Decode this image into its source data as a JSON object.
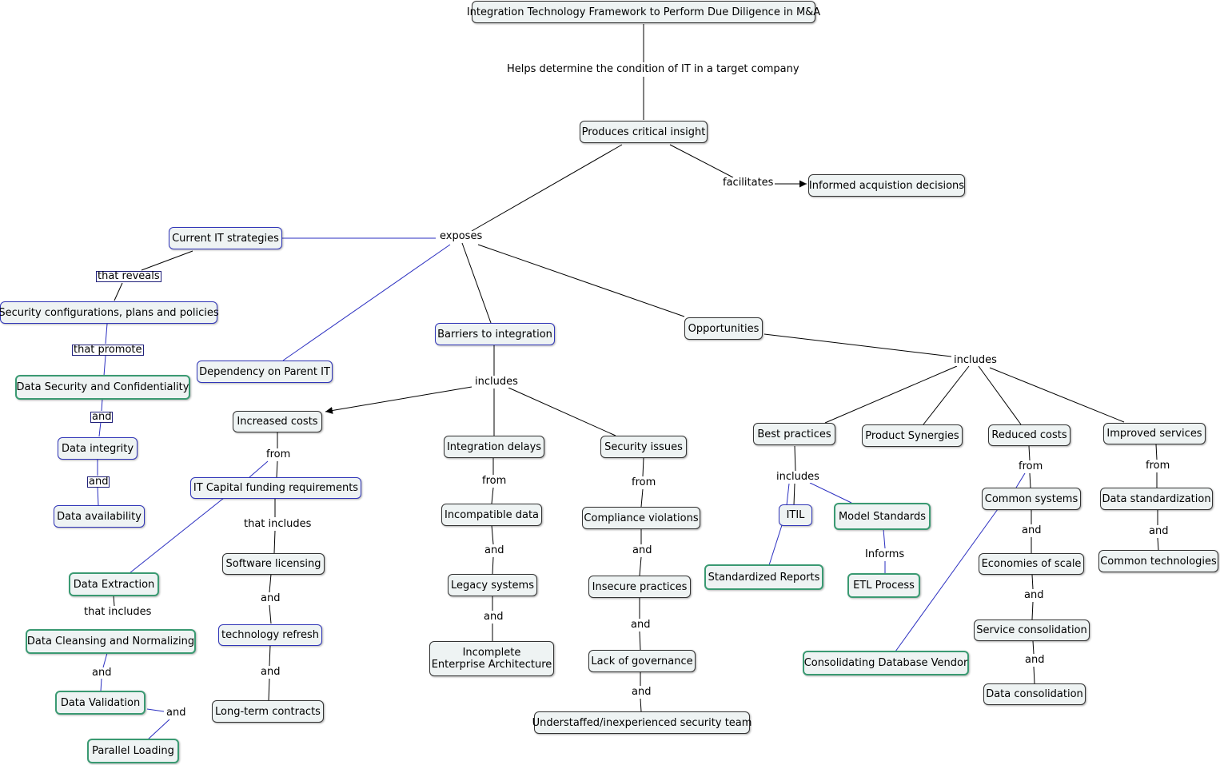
{
  "nodes": {
    "title": "Integration Technology Framework to Perform Due Diligence in M&A",
    "produces": "Produces critical insight",
    "informed": "Informed acquistion decisions",
    "current_it": "Current IT strategies",
    "security_config": "Security configurations, plans and policies",
    "data_security": "Data Security and Confidentiality",
    "data_integrity": "Data integrity",
    "data_availability": "Data availability",
    "dependency": "Dependency on Parent IT",
    "barriers": "Barriers to integration",
    "opportunities": "Opportunities",
    "increased_costs": "Increased costs",
    "it_capital": "IT Capital funding requirements",
    "data_extraction": "Data Extraction",
    "data_cleansing": "Data Cleansing and Normalizing",
    "data_validation": "Data Validation",
    "parallel_loading": "Parallel Loading",
    "software_licensing": "Software licensing",
    "tech_refresh": "technology refresh",
    "long_term": "Long-term contracts",
    "integration_delays": "Integration delays",
    "incompatible_data": "Incompatible data",
    "legacy_systems": "Legacy systems",
    "incomplete_ea": "Incomplete\nEnterprise Architecture",
    "security_issues": "Security issues",
    "compliance": "Compliance violations",
    "insecure": "Insecure practices",
    "governance": "Lack of governance",
    "understaffed": "Understaffed/inexperienced security team",
    "best_practices": "Best practices",
    "itil": "ITIL",
    "model_standards": "Model Standards",
    "standardized_reports": "Standardized Reports",
    "etl_process": "ETL Process",
    "product_synergies": "Product Synergies",
    "reduced_costs": "Reduced costs",
    "common_systems": "Common systems",
    "economies": "Economies of scale",
    "service_consolidation": "Service consolidation",
    "data_consolidation": "Data consolidation",
    "consolidating_db": "Consolidating Database Vendor",
    "improved_services": "Improved services",
    "data_standardization": "Data standardization",
    "common_tech": "Common technologies"
  },
  "links": {
    "helps": "Helps determine the condition of IT in a target company",
    "facilitates": "facilitates",
    "exposes": "exposes",
    "that_reveals": "that reveals",
    "that_promote": "that promote",
    "and_sec1": "and",
    "and_sec2": "and",
    "includes_barriers": "includes",
    "includes_opps": "includes",
    "from_costs": "from",
    "that_includes_cap": "that includes",
    "that_includes_ext": "that includes",
    "and_ext1": "and",
    "and_ext2": "and",
    "and_lic1": "and",
    "and_lic2": "and",
    "from_delays": "from",
    "and_del1": "and",
    "and_del2": "and",
    "from_sec": "from",
    "and_sec_a": "and",
    "and_sec_b": "and",
    "and_sec_c": "and",
    "includes_best": "includes",
    "informs": "Informs",
    "from_reduced": "from",
    "and_red1": "and",
    "and_red2": "and",
    "and_red3": "and",
    "from_improved": "from",
    "and_imp": "and"
  },
  "colors": {
    "black_line": "#000000",
    "blue_line": "#2a2ec0",
    "node_fill": "#eef3f3",
    "green_border": "#3a9a72"
  }
}
